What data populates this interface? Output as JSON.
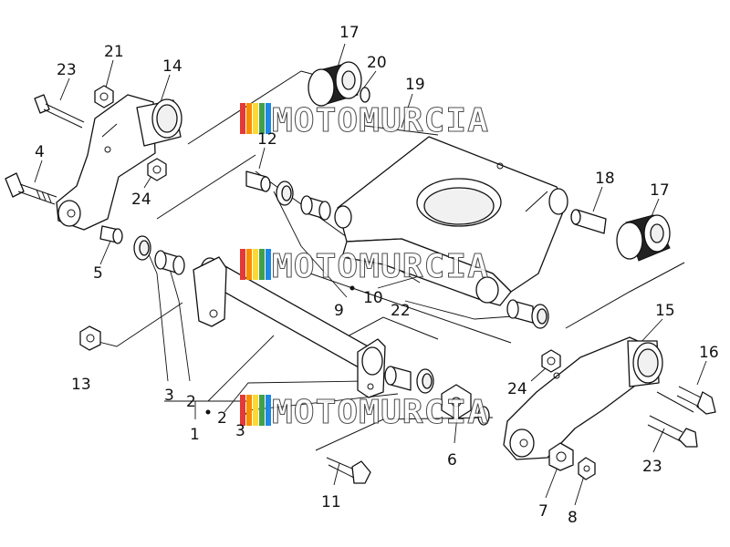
{
  "callouts": [
    {
      "id": "c1",
      "text": "1"
    },
    {
      "id": "c2a",
      "text": "2"
    },
    {
      "id": "c2b",
      "text": "2"
    },
    {
      "id": "c3a",
      "text": "3"
    },
    {
      "id": "c3b",
      "text": "3"
    },
    {
      "id": "c4",
      "text": "4"
    },
    {
      "id": "c5",
      "text": "5"
    },
    {
      "id": "c6",
      "text": "6"
    },
    {
      "id": "c7",
      "text": "7"
    },
    {
      "id": "c8",
      "text": "8"
    },
    {
      "id": "c9",
      "text": "9"
    },
    {
      "id": "c10",
      "text": "10"
    },
    {
      "id": "c11",
      "text": "11"
    },
    {
      "id": "c12",
      "text": "12"
    },
    {
      "id": "c13",
      "text": "13"
    },
    {
      "id": "c14",
      "text": "14"
    },
    {
      "id": "c15",
      "text": "15"
    },
    {
      "id": "c16",
      "text": "16"
    },
    {
      "id": "c17a",
      "text": "17"
    },
    {
      "id": "c17b",
      "text": "17"
    },
    {
      "id": "c18",
      "text": "18"
    },
    {
      "id": "c19",
      "text": "19"
    },
    {
      "id": "c20",
      "text": "20"
    },
    {
      "id": "c21",
      "text": "21"
    },
    {
      "id": "c22",
      "text": "22"
    },
    {
      "id": "c23a",
      "text": "23"
    },
    {
      "id": "c23b",
      "text": "23"
    },
    {
      "id": "c24a",
      "text": "24"
    },
    {
      "id": "c24b",
      "text": "24"
    }
  ],
  "watermark": {
    "text": "MOTOMURCIA",
    "colors": [
      "#e53935",
      "#fb8c00",
      "#fdd835",
      "#43a047",
      "#1e88e5"
    ]
  }
}
